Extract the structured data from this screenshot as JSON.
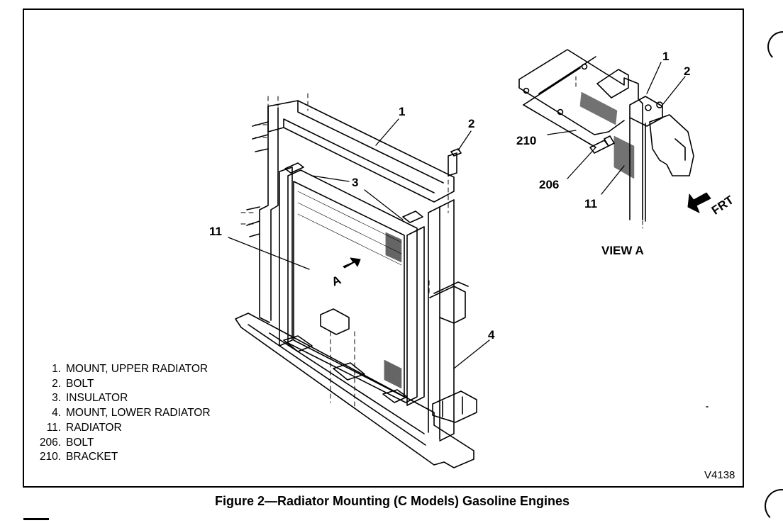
{
  "callouts": {
    "main": {
      "c1": "1",
      "c2": "2",
      "c3": "3",
      "c4": "4",
      "c11": "11",
      "a": "A"
    },
    "view": {
      "c1": "1",
      "c2": "2",
      "c210": "210",
      "c206": "206",
      "c11": "11",
      "frt": "FRT",
      "title": "VIEW A"
    }
  },
  "legend": [
    {
      "num": "1.",
      "text": "MOUNT, UPPER RADIATOR"
    },
    {
      "num": "2.",
      "text": "BOLT"
    },
    {
      "num": "3.",
      "text": "INSULATOR"
    },
    {
      "num": "4.",
      "text": "MOUNT, LOWER RADIATOR"
    },
    {
      "num": "11.",
      "text": "RADIATOR"
    },
    {
      "num": "206.",
      "text": "BOLT"
    },
    {
      "num": "210.",
      "text": "BRACKET"
    }
  ],
  "figure_id": "V4138",
  "caption": "Figure 2—Radiator Mounting (C Models) Gasoline Engines"
}
